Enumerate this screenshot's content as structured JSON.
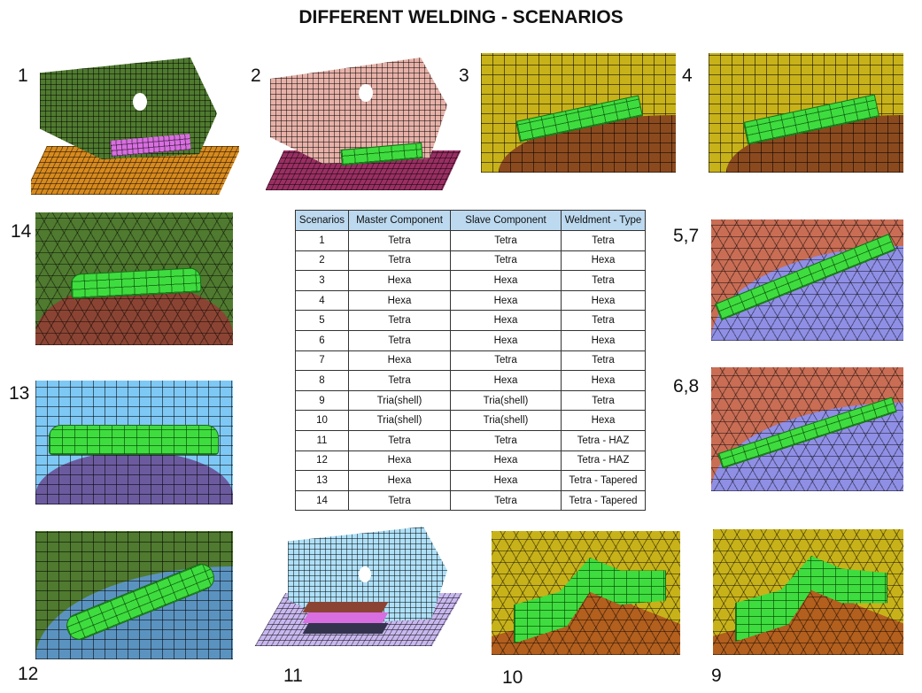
{
  "title": "DIFFERENT WELDING - SCENARIOS",
  "panel_labels": {
    "p1": "1",
    "p2": "2",
    "p3": "3",
    "p4": "4",
    "p14": "14",
    "p13": "13",
    "p57": "5,7",
    "p68": "6,8",
    "p12": "12",
    "p11": "11",
    "p10": "10",
    "p9": "9"
  },
  "table": {
    "headers": [
      "Scenarios",
      "Master Component",
      "Slave Component",
      "Weldment - Type"
    ],
    "rows": [
      [
        "1",
        "Tetra",
        "Tetra",
        "Tetra"
      ],
      [
        "2",
        "Tetra",
        "Tetra",
        "Hexa"
      ],
      [
        "3",
        "Hexa",
        "Hexa",
        "Tetra"
      ],
      [
        "4",
        "Hexa",
        "Hexa",
        "Hexa"
      ],
      [
        "5",
        "Tetra",
        "Hexa",
        "Tetra"
      ],
      [
        "6",
        "Tetra",
        "Hexa",
        "Hexa"
      ],
      [
        "7",
        "Hexa",
        "Tetra",
        "Tetra"
      ],
      [
        "8",
        "Tetra",
        "Hexa",
        "Hexa"
      ],
      [
        "9",
        "Tria(shell)",
        "Tria(shell)",
        "Tetra"
      ],
      [
        "10",
        "Tria(shell)",
        "Tria(shell)",
        "Hexa"
      ],
      [
        "11",
        "Tetra",
        "Tetra",
        "Tetra - HAZ"
      ],
      [
        "12",
        "Hexa",
        "Hexa",
        "Tetra - HAZ"
      ],
      [
        "13",
        "Hexa",
        "Hexa",
        "Tetra - Tapered"
      ],
      [
        "14",
        "Tetra",
        "Tetra",
        "Tetra - Tapered"
      ]
    ]
  },
  "colors": {
    "weld": "#3fdc3f",
    "header": "#bcd9ef"
  }
}
